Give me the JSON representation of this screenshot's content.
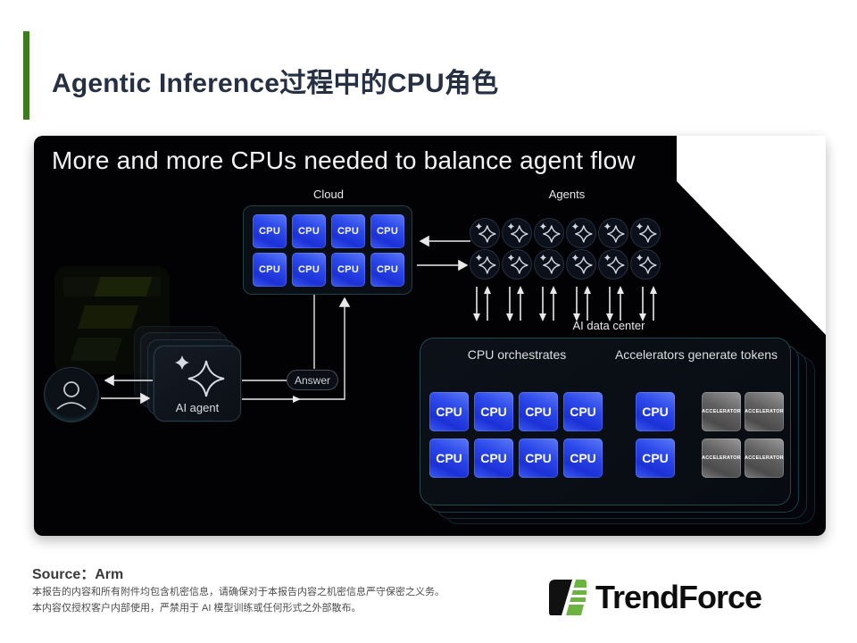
{
  "slide": {
    "title": "Agentic Inference过程中的CPU角色"
  },
  "panel": {
    "headline": "More and more CPUs needed to balance agent flow",
    "cloud": {
      "label": "Cloud",
      "chip_label": "CPU",
      "chip_count": 8
    },
    "agents": {
      "label": "Agents",
      "count": 12,
      "traffic_arrow_pairs": 6
    },
    "flow": {
      "answer_label": "Answer",
      "ai_agent_label": "AI agent"
    },
    "datacenter": {
      "label": "AI data center",
      "heading_left": "CPU orchestrates",
      "heading_right": "Accelerators generate tokens",
      "cpu_chip_label": "CPU",
      "accelerator_chip_label": "ACCELERATOR",
      "rows": [
        {
          "cpu_group": 4,
          "cpu_single": 1,
          "accelerators": 2
        },
        {
          "cpu_group": 4,
          "cpu_single": 1,
          "accelerators": 2
        }
      ]
    },
    "colors": {
      "cpu_blue": "#2c49ea",
      "accelerator_gray": "#6f6f6f",
      "panel_bg": "#020205",
      "accent_teal": "#38787c"
    }
  },
  "footer": {
    "source_label": "Source：Arm",
    "disclaimer_line1": "本报告的内容和所有附件均包含机密信息，请确保对于本报告内容之机密信息严守保密之义务。",
    "disclaimer_line2": "本内容仅授权客户内部使用，严禁用于 AI 模型训练或任何形式之外部散布。",
    "brand": "TrendForce",
    "accent_green": "#3e7b20"
  }
}
